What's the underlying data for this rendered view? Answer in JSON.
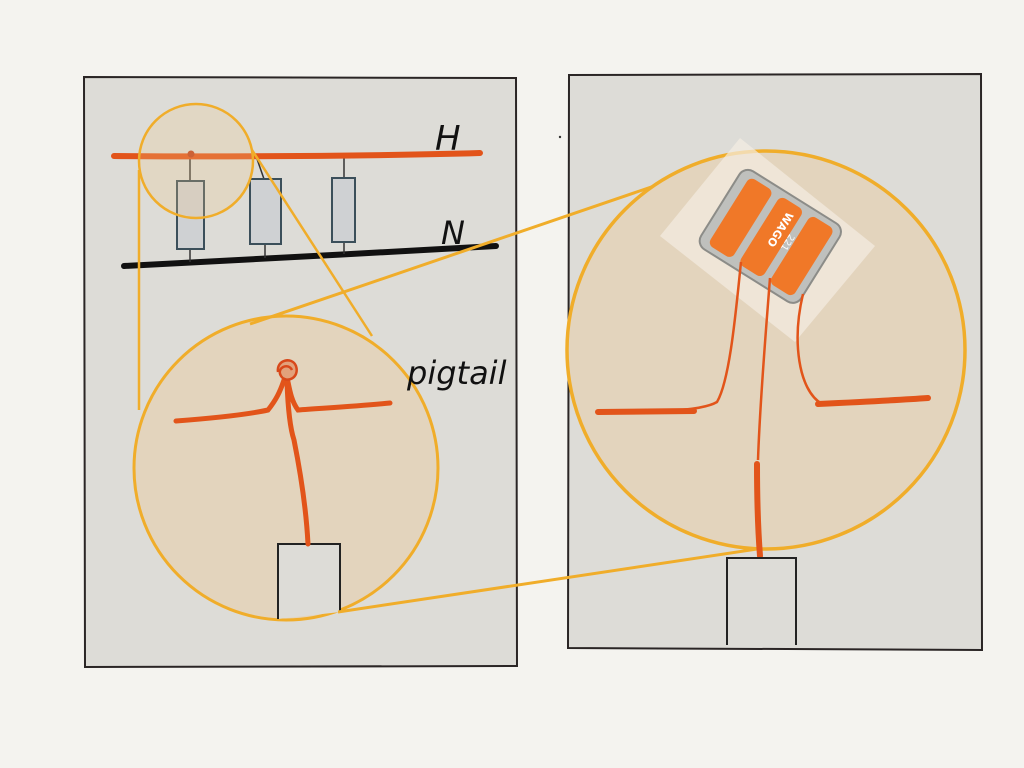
{
  "labels": {
    "hot": "H",
    "neutral": "N",
    "pigtail": "pigtail"
  },
  "connector": {
    "brand": "WAGO",
    "model": "221"
  },
  "colors": {
    "background": "#f4f3ef",
    "panel": "#dddcd7",
    "panel_border": "#2a2525",
    "hot_wire": "#e2541a",
    "neutral_wire": "#111111",
    "magnifier": "#f0ad2a",
    "magnifier_fill": "#e3d4bd",
    "device": "#cfd1d3",
    "connector_body": "#f07828"
  }
}
